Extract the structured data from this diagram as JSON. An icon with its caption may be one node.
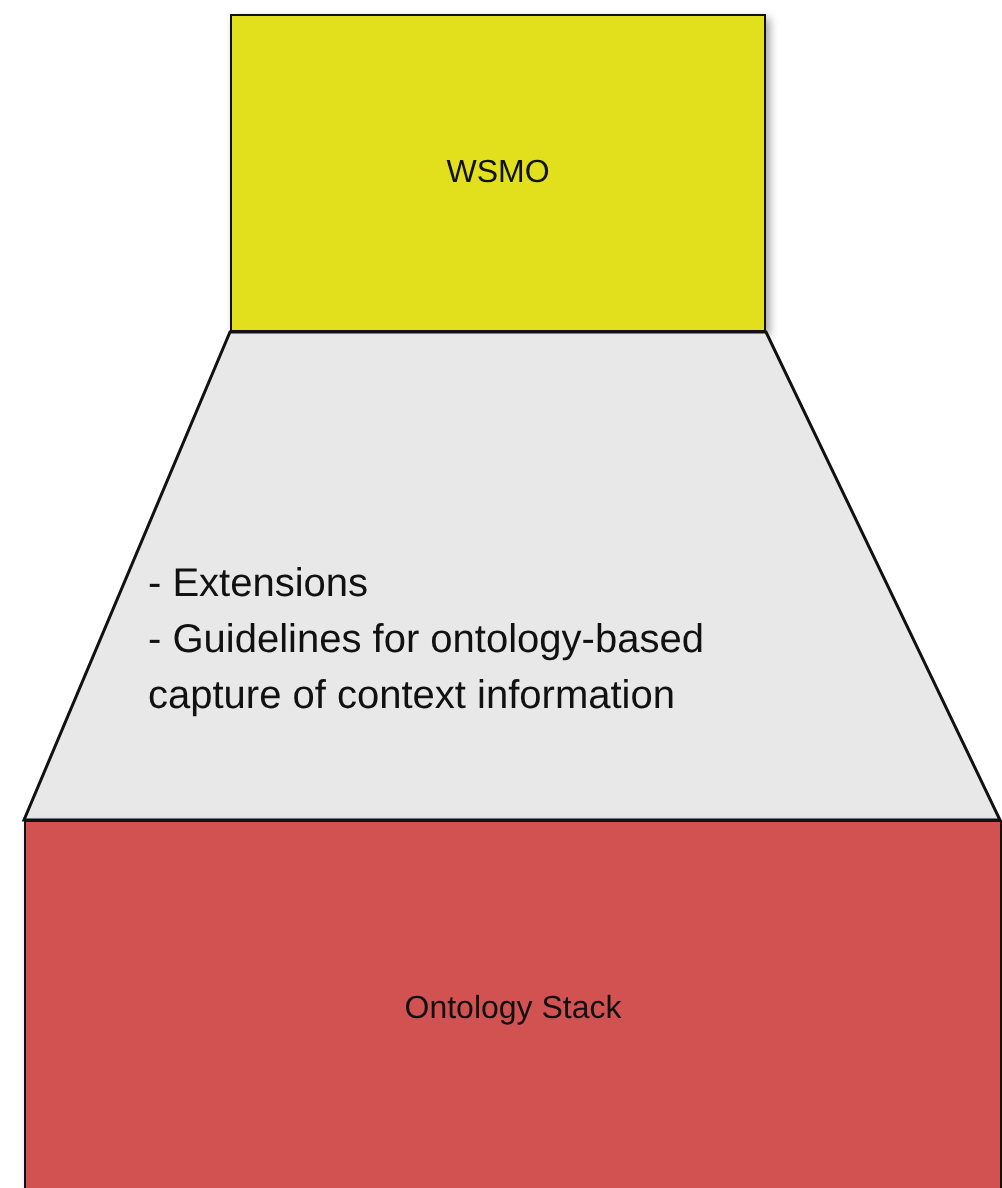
{
  "diagram": {
    "nodes": [
      {
        "text": [
          "WSMO"
        ]
      },
      {
        "text": [
          "- Extensions",
          "- Guidelines for ontology-based capture of context information"
        ]
      },
      {
        "text": [
          "Ontology Stack"
        ]
      }
    ]
  }
}
